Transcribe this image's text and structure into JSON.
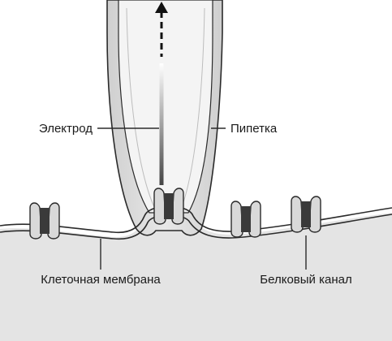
{
  "diagram": {
    "labels": {
      "electrode": "Электрод",
      "pipette": "Пипетка",
      "membrane": "Клеточная мембрана",
      "channel": "Белковый канал"
    },
    "colors": {
      "outline": "#2b2b2b",
      "cell_fill": "#e4e4e4",
      "pipette_wall": "#dcdcdc",
      "pipette_inner": "#f4f4f4",
      "channel_body": "#d9d9d9",
      "channel_core": "#3a3a3a",
      "electrode_top": "#ffffff",
      "electrode_bottom": "#444444"
    },
    "icons": {
      "arrow": "arrow-up-icon"
    }
  }
}
